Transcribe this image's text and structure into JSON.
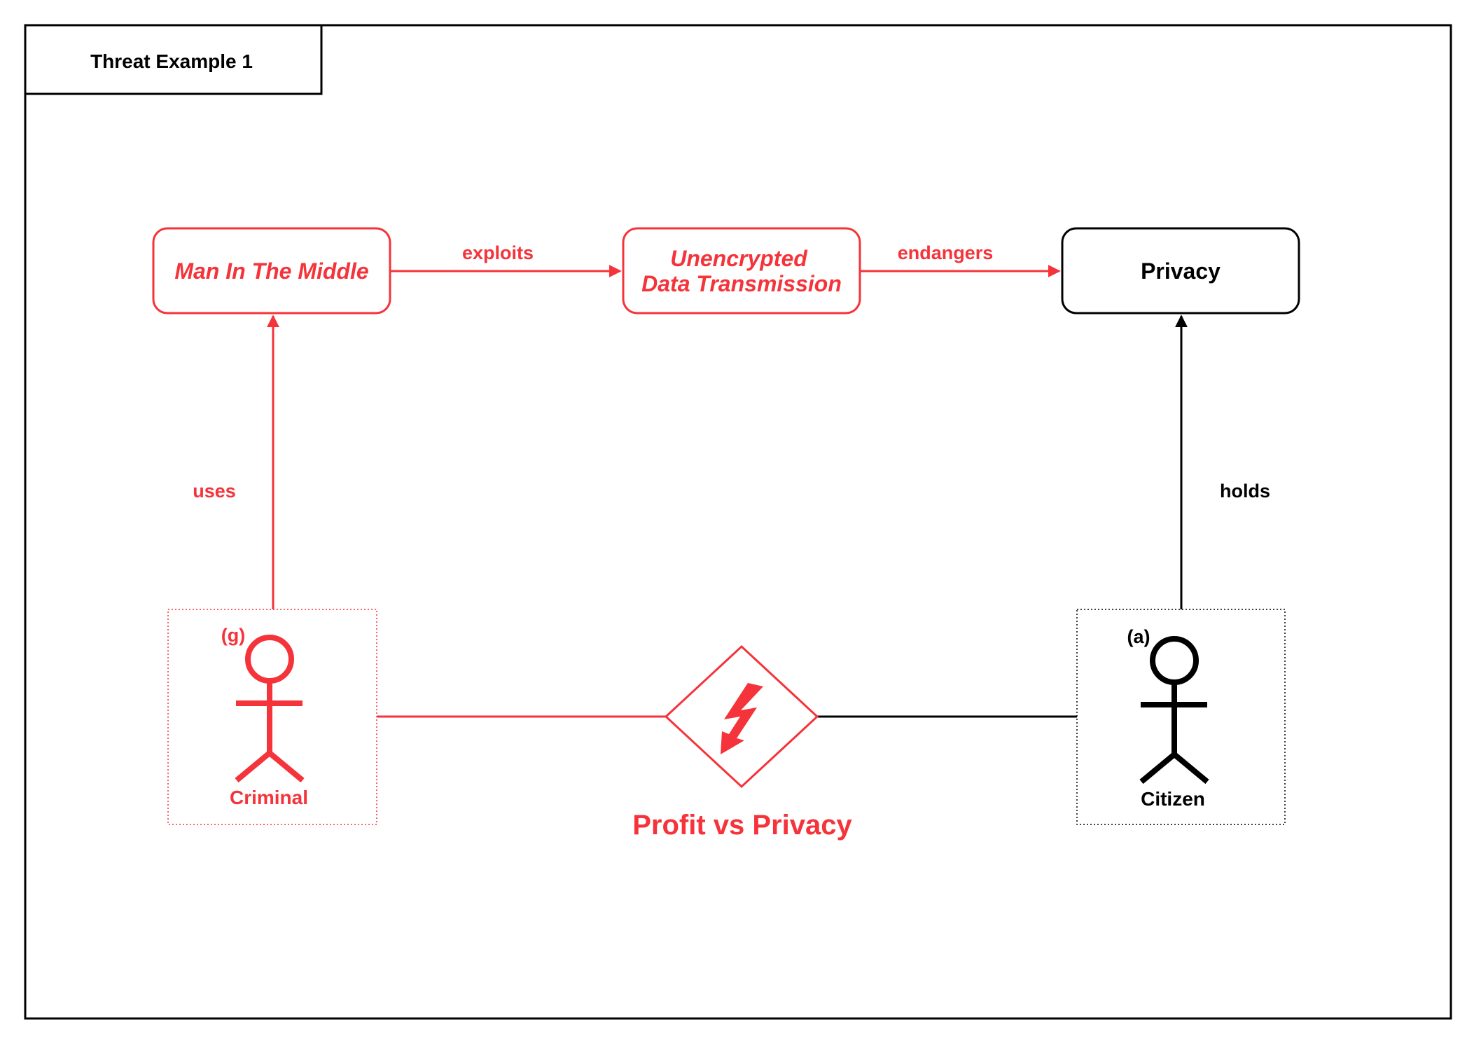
{
  "frame": {
    "title": "Threat Example 1"
  },
  "nodes": {
    "attack": {
      "label": "Man In The Middle"
    },
    "vulnerability": {
      "label_line1": "Unencrypted",
      "label_line2": "Data Transmission"
    },
    "asset": {
      "label": "Privacy"
    }
  },
  "edges": {
    "exploits": {
      "label": "exploits"
    },
    "endangers": {
      "label": "endangers"
    },
    "uses": {
      "label": "uses"
    },
    "holds": {
      "label": "holds"
    }
  },
  "actors": {
    "criminal": {
      "tag": "(g)",
      "name": "Criminal"
    },
    "citizen": {
      "tag": "(a)",
      "name": "Citizen"
    }
  },
  "conflict": {
    "label": "Profit vs Privacy",
    "icon": "lightning-icon"
  },
  "colors": {
    "threat": "#f5333a",
    "neutral": "#000000"
  }
}
